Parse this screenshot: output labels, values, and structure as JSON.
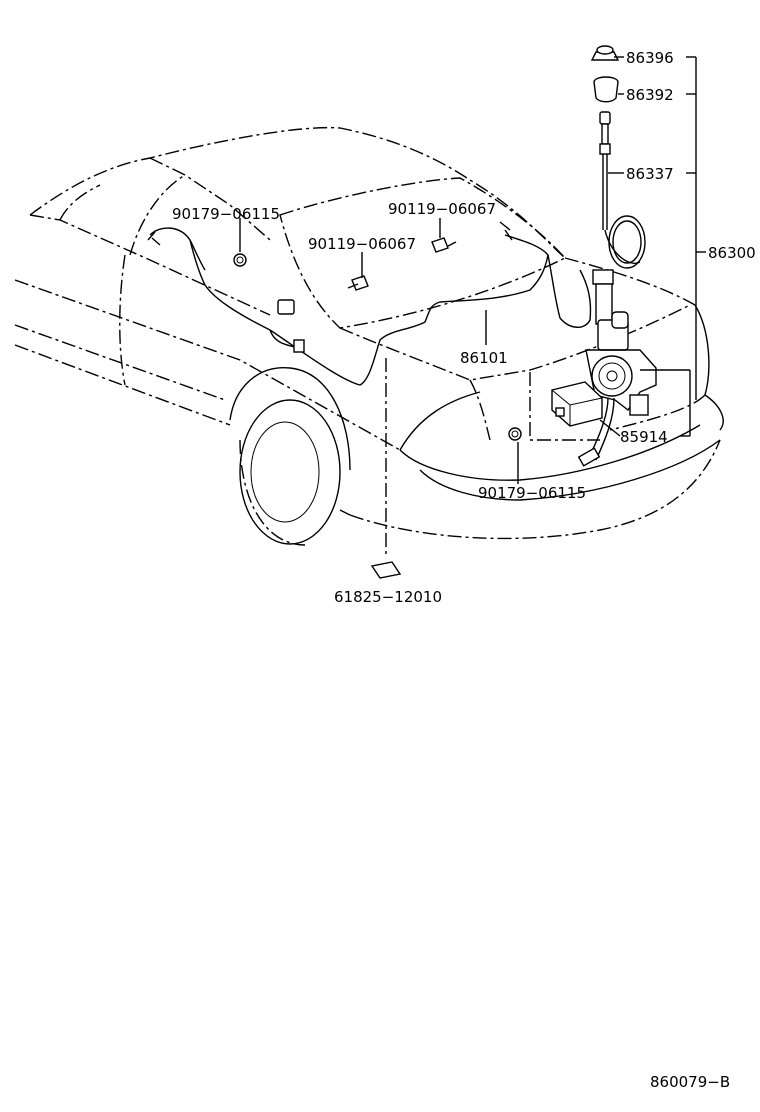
{
  "diagram": {
    "labels": {
      "p86396": "86396",
      "p86392": "86392",
      "p86337": "86337",
      "p86300": "86300",
      "p90179_left": "90179−06115",
      "p90119_top": "90119−06067",
      "p90119_mid": "90119−06067",
      "p86101": "86101",
      "p85914": "85914",
      "p90179_bottom": "90179−06115",
      "p61825": "61825−12010"
    },
    "reference": "860079−B"
  }
}
